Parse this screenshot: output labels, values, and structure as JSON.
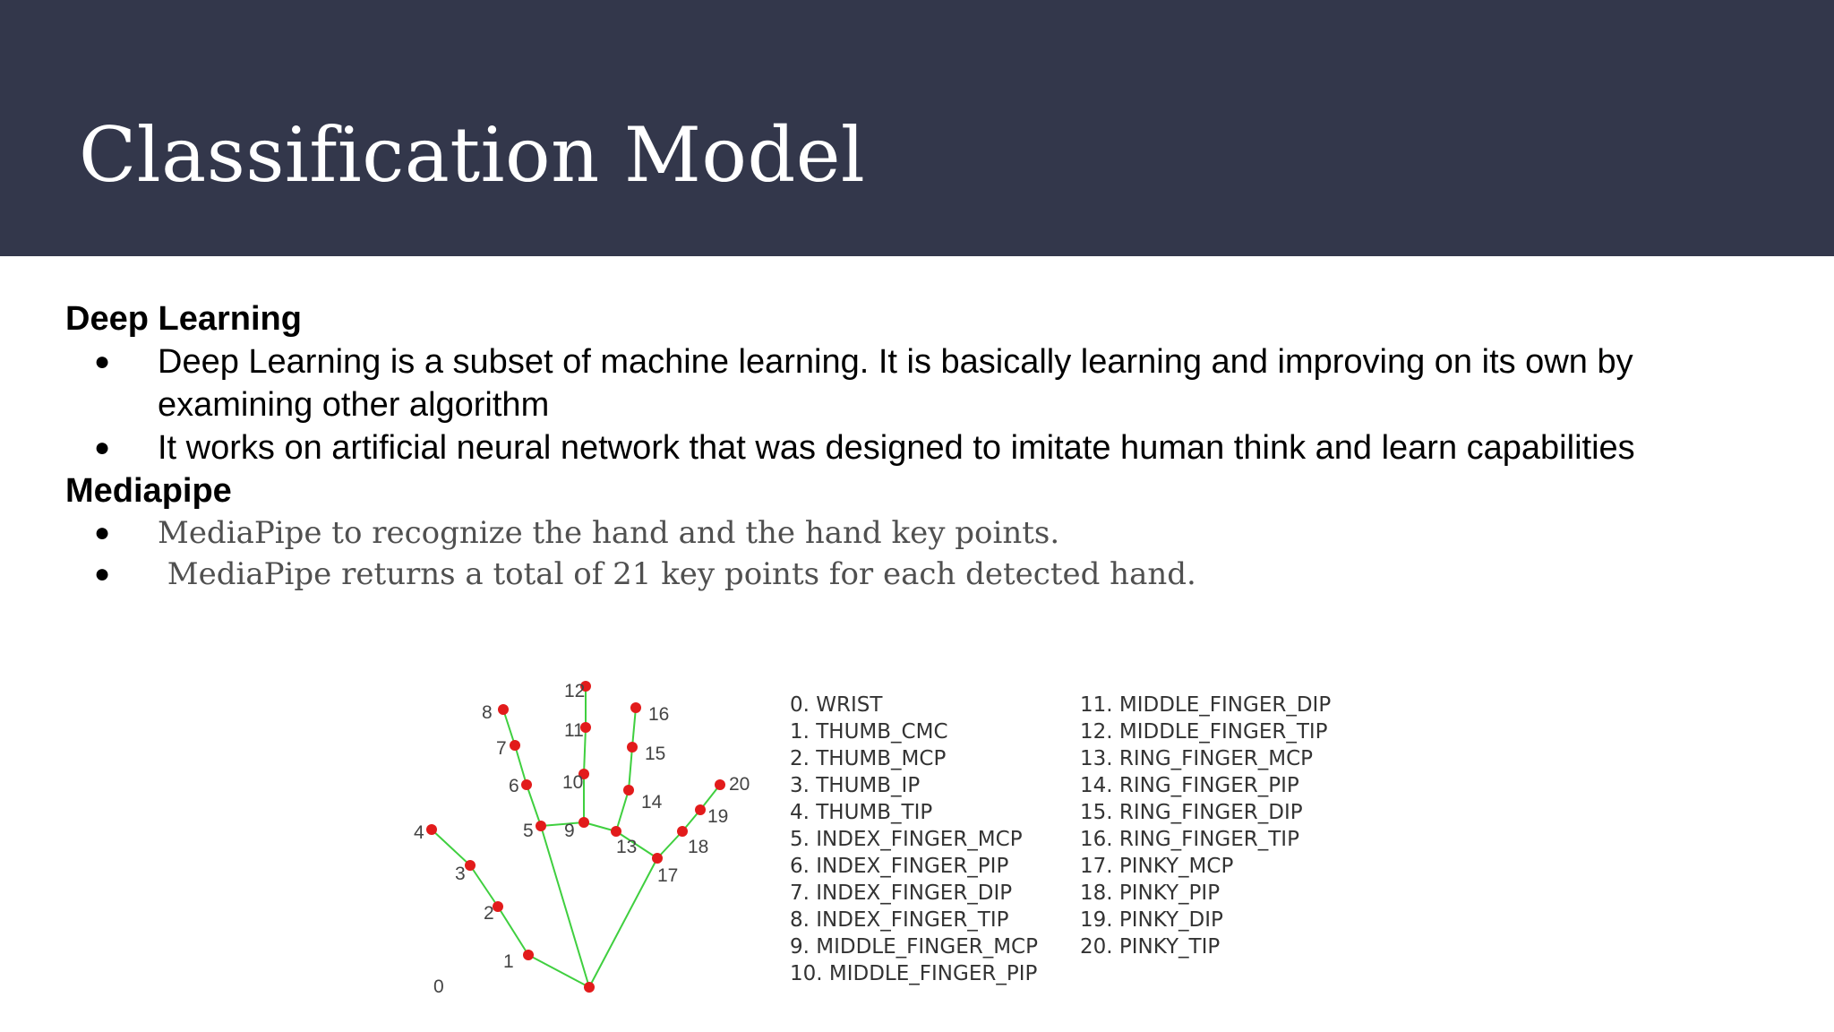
{
  "slide": {
    "title": "Classification Model",
    "colors": {
      "header_bg": "#33374b",
      "title": "#ffffff",
      "landmark": "#e21b1b",
      "bone": "#3fcf3f"
    }
  },
  "sections": [
    {
      "heading": "Deep Learning",
      "bullets": [
        "Deep Learning is a subset of machine learning. It is basically learning and improving on its own by examining other algorithm",
        "It works on artificial neural network that was designed to imitate human think and learn capabilities"
      ]
    },
    {
      "heading": "Mediapipe",
      "bullets": [
        "MediaPipe to recognize the hand and the hand key points.",
        " MediaPipe returns a total of 21 key points for each detected hand."
      ]
    }
  ],
  "bullet_glyph": "●",
  "hand_diagram": {
    "landmark_numbers": [
      "0",
      "1",
      "2",
      "3",
      "4",
      "5",
      "6",
      "7",
      "8",
      "9",
      "10",
      "11",
      "12",
      "13",
      "14",
      "15",
      "16",
      "17",
      "18",
      "19",
      "20"
    ],
    "landmark_names": [
      "0. WRIST",
      "1. THUMB_CMC",
      "2. THUMB_MCP",
      "3. THUMB_IP",
      "4. THUMB_TIP",
      "5. INDEX_FINGER_MCP",
      "6. INDEX_FINGER_PIP",
      "7. INDEX_FINGER_DIP",
      "8. INDEX_FINGER_TIP",
      "9. MIDDLE_FINGER_MCP",
      "10. MIDDLE_FINGER_PIP",
      "11. MIDDLE_FINGER_DIP",
      "12. MIDDLE_FINGER_TIP",
      "13. RING_FINGER_MCP",
      "14. RING_FINGER_PIP",
      "15. RING_FINGER_DIP",
      "16. RING_FINGER_TIP",
      "17. PINKY_MCP",
      "18. PINKY_PIP",
      "19. PINKY_DIP",
      "20. PINKY_TIP"
    ]
  }
}
